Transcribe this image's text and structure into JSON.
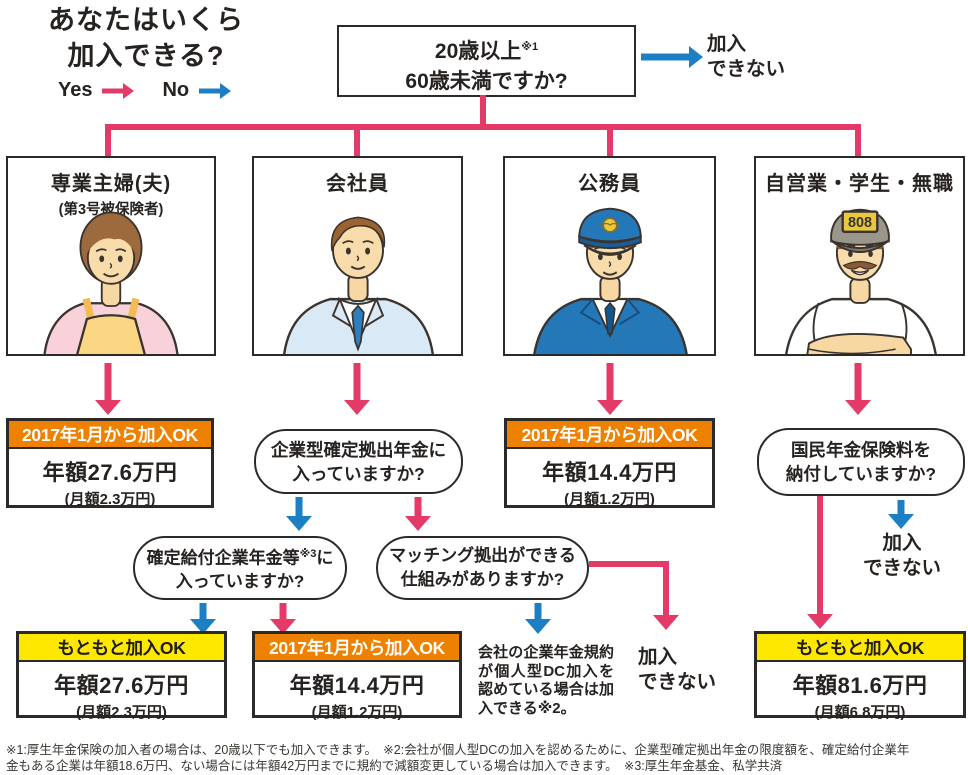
{
  "palette": {
    "yes_red": "#e43a68",
    "no_blue": "#1d7fc3",
    "orange": "#ee8100",
    "yellow": "#ffe800",
    "ink": "#2b2a28"
  },
  "header": {
    "title_line1": "あなたはいくら",
    "title_line2": "加入できる?",
    "legend": {
      "yes_label": "Yes",
      "no_label": "No"
    },
    "root_question": {
      "line1": "20歳以上",
      "note_ref": "※1",
      "line2": "60歳未満ですか?"
    },
    "root_no_result": {
      "line1": "加入",
      "line2": "できない"
    }
  },
  "categories": [
    {
      "title": "専業主婦(夫)",
      "subtitle": "(第3号被保険者)",
      "person": "housewife"
    },
    {
      "title": "会社員",
      "subtitle": "",
      "person": "company-employee"
    },
    {
      "title": "公務員",
      "subtitle": "",
      "person": "civil-servant"
    },
    {
      "title": "自営業・学生・無職",
      "subtitle": "",
      "person": "self-employed",
      "cap_text": "808"
    }
  ],
  "questions": {
    "corporate_dc": {
      "line1": "企業型確定拠出年金に",
      "line2": "入っていますか?"
    },
    "db_plan": {
      "line1_pre": "確定給付企業年金等",
      "note_ref": "※3",
      "line1_post": "に",
      "line2": "入っていますか?"
    },
    "matching": {
      "line1": "マッチング拠出ができる",
      "line2": "仕組みがありますか?"
    },
    "national_pension": {
      "line1": "国民年金保険料を",
      "line2": "納付していますか?"
    }
  },
  "results": {
    "housewife": {
      "badge": "2017年1月から加入OK",
      "style": "orange",
      "annual": "年額27.6万円",
      "monthly": "(月額2.3万円)"
    },
    "civil_servant": {
      "badge": "2017年1月から加入OK",
      "style": "orange",
      "annual": "年額14.4万円",
      "monthly": "(月額1.2万円)"
    },
    "employee_original": {
      "badge": "もともと加入OK",
      "style": "yellow",
      "annual": "年額27.6万円",
      "monthly": "(月額2.3万円)"
    },
    "employee_2017": {
      "badge": "2017年1月から加入OK",
      "style": "orange",
      "annual": "年額14.4万円",
      "monthly": "(月額1.2万円)"
    },
    "self_employed": {
      "badge": "もともと加入OK",
      "style": "yellow",
      "annual": "年額81.6万円",
      "monthly": "(月額6.8万円)"
    }
  },
  "outcomes": {
    "matching_yes_note": "会社の企業年金規約が個人型DC加入を認めている場合は加入できる※2。",
    "cannot_join_matching": {
      "line1": "加入",
      "line2": "できない"
    },
    "cannot_join_national": {
      "line1": "加入",
      "line2": "できない"
    }
  },
  "footnotes": [
    "※1:厚生年金保険の加入者の場合は、20歳以下でも加入できます。　※2:会社が個人型DCの加入を認めるために、企業型確定拠出年金の限度額を、確定給付企業年",
    "金もある企業は年額18.6万円、ない場合には年額42万円までに規約で減額変更している場合は加入できます。　※3:厚生年金基金、私学共済"
  ]
}
